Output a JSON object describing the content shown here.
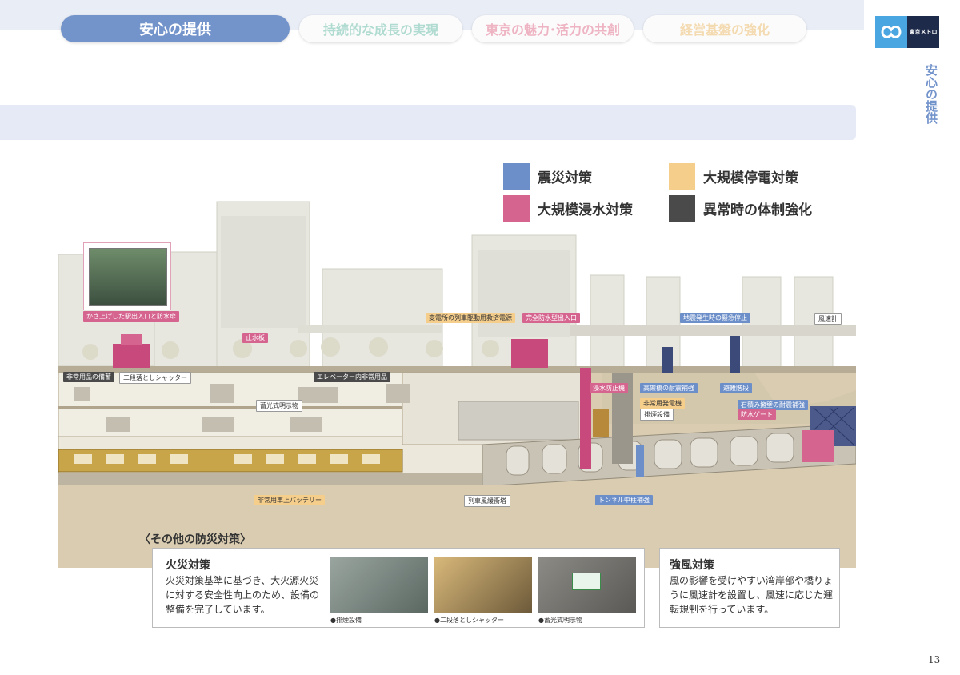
{
  "tabs": [
    {
      "label": "安心の提供"
    },
    {
      "label": "持続的な成長の実現"
    },
    {
      "label": "東京の魅力･活力の共創"
    },
    {
      "label": "経営基盤の強化"
    }
  ],
  "logo": {
    "text": "東京メトロ"
  },
  "side_title": "安心の提供",
  "legend": [
    {
      "label": "震災対策",
      "color": "#6d8fc9"
    },
    {
      "label": "大規模停電対策",
      "color": "#f5ce8c"
    },
    {
      "label": "大規模浸水対策",
      "color": "#d5648e"
    },
    {
      "label": "異常時の体制強化",
      "color": "#4a4a4a"
    }
  ],
  "callouts": {
    "kasaage": "かさ上げした駅出入口と防水扉",
    "shisuiban": "止水板",
    "hijo_bichiku": "非常用品の備蓄",
    "nidan_shutter": "二段落としシャッター",
    "elevator": "エレベーター内非常用品",
    "chikko": "蓄光式明示物",
    "hendensho": "変電所の列車駆動用救済電源",
    "kanzen_bosui": "完全防水型出入口",
    "shinsui_boshi": "浸水防止機",
    "koka_taishin": "高架橋の耐震補強",
    "hijo_hatsuden": "非常用発電機",
    "haien": "排煙設備",
    "jishin_teishi": "地震発生時の緊急停止",
    "fusokukei": "風速計",
    "hinan_kaidan": "避難階段",
    "ishizumi": "石積み擁壁の耐震補強",
    "bosui_gate": "防水ゲート",
    "shajo_battery": "非常用車上バッテリー",
    "ressha_fukan": "列車風緩衝塔",
    "tunnel_chuchu": "トンネル中柱補強"
  },
  "other_title": "〈その他の防災対策〉",
  "fire": {
    "heading": "火災対策",
    "text": "火災対策基準に基づき、大火源火災に対する安全性向上のため、設備の整備を完了しています。",
    "photos": [
      {
        "caption": "●排煙設備"
      },
      {
        "caption": "●二段落としシャッター"
      },
      {
        "caption": "●蓄光式明示物"
      }
    ]
  },
  "wind": {
    "heading": "強風対策",
    "text": "風の影響を受けやすい湾岸部や橋りょうに風速計を設置し、風速に応じた運転規制を行っています。"
  },
  "page_number": "13",
  "colors": {
    "quake": "#6d8fc9",
    "flood": "#d5648e",
    "power": "#f5ce8c",
    "system": "#4a4a4a",
    "accent": "#7393cb"
  }
}
